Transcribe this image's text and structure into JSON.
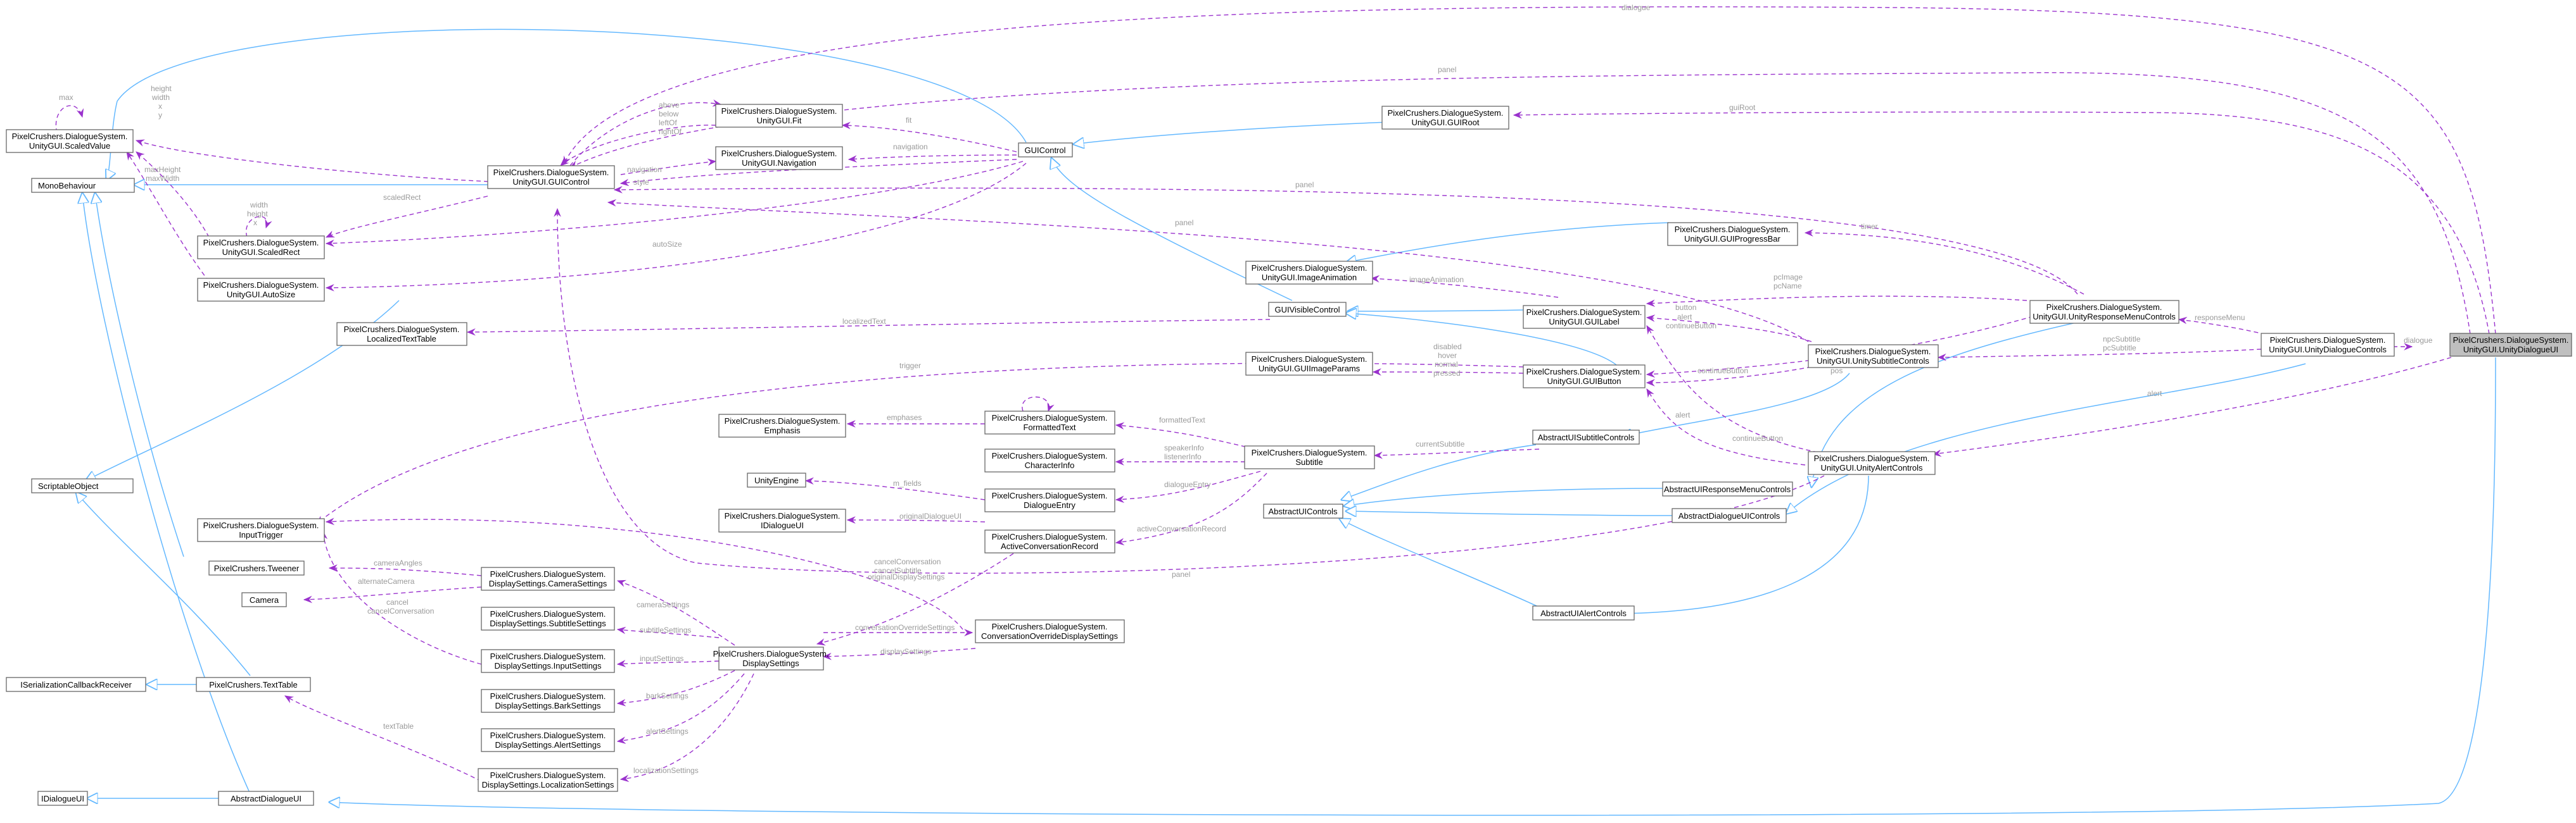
{
  "colors": {
    "inherit_edge": "#63b8ff",
    "usage_edge": "#9a32cd",
    "edge_label": "#9a9a9a",
    "node_border": "#666666",
    "current_node_fill": "#bfbfbf"
  },
  "nodes": {
    "unity_dialogue_ui": [
      "PixelCrushers.DialogueSystem.",
      "UnityGUI.UnityDialogueUI"
    ],
    "unity_dialogue_controls": [
      "PixelCrushers.DialogueSystem.",
      "UnityGUI.UnityDialogueControls"
    ],
    "unity_alert_controls": [
      "PixelCrushers.DialogueSystem.",
      "UnityGUI.UnityAlertControls"
    ],
    "unity_response_menu_controls": [
      "PixelCrushers.DialogueSystem.",
      "UnityGUI.UnityResponseMenuControls"
    ],
    "unity_subtitle_controls": [
      "PixelCrushers.DialogueSystem.",
      "UnityGUI.UnitySubtitleControls"
    ],
    "gui_root": [
      "PixelCrushers.DialogueSystem.",
      "UnityGUI.GUIRoot"
    ],
    "gui_progress_bar": [
      "PixelCrushers.DialogueSystem.",
      "UnityGUI.GUIProgressBar"
    ],
    "gui_label": [
      "PixelCrushers.DialogueSystem.",
      "UnityGUI.GUILabel"
    ],
    "gui_button": [
      "PixelCrushers.DialogueSystem.",
      "UnityGUI.GUIButton"
    ],
    "gui_image_params": [
      "PixelCrushers.DialogueSystem.",
      "UnityGUI.GUIImageParams"
    ],
    "image_animation": [
      "PixelCrushers.DialogueSystem.",
      "UnityGUI.ImageAnimation"
    ],
    "gui_visible_control": [
      "GUIVisibleControl"
    ],
    "gui_control_short": [
      "GUIControl"
    ],
    "gui_control": [
      "PixelCrushers.DialogueSystem.",
      "UnityGUI.GUIControl"
    ],
    "unitygui_fit": [
      "PixelCrushers.DialogueSystem.",
      "UnityGUI.Fit"
    ],
    "unitygui_navigation": [
      "PixelCrushers.DialogueSystem.",
      "UnityGUI.Navigation"
    ],
    "scaled_value": [
      "PixelCrushers.DialogueSystem.",
      "UnityGUI.ScaledValue"
    ],
    "scaled_rect": [
      "PixelCrushers.DialogueSystem.",
      "UnityGUI.ScaledRect"
    ],
    "auto_size": [
      "PixelCrushers.DialogueSystem.",
      "UnityGUI.AutoSize"
    ],
    "mono_behaviour": [
      "MonoBehaviour"
    ],
    "localized_text_table": [
      "PixelCrushers.DialogueSystem.",
      "LocalizedTextTable"
    ],
    "scriptable_object": [
      "ScriptableObject"
    ],
    "input_trigger": [
      "PixelCrushers.DialogueSystem.",
      "InputTrigger"
    ],
    "tweener": [
      "PixelCrushers.Tweener"
    ],
    "camera": [
      "Camera"
    ],
    "iserialization_callback_receiver": [
      "ISerializationCallbackReceiver"
    ],
    "text_table": [
      "PixelCrushers.TextTable"
    ],
    "idialogue_ui": [
      "IDialogueUI"
    ],
    "abstract_dialogue_ui": [
      "AbstractDialogueUI"
    ],
    "emphasis": [
      "PixelCrushers.DialogueSystem.",
      "Emphasis"
    ],
    "formatted_text": [
      "PixelCrushers.DialogueSystem.",
      "FormattedText"
    ],
    "character_info": [
      "PixelCrushers.DialogueSystem.",
      "CharacterInfo"
    ],
    "unity_engine": [
      "UnityEngine"
    ],
    "dialogue_entry": [
      "PixelCrushers.DialogueSystem.",
      "DialogueEntry"
    ],
    "idialogue_ui_ns": [
      "PixelCrushers.DialogueSystem.",
      "IDialogueUI"
    ],
    "active_conversation_record": [
      "PixelCrushers.DialogueSystem.",
      "ActiveConversationRecord"
    ],
    "subtitle": [
      "PixelCrushers.DialogueSystem.",
      "Subtitle"
    ],
    "abstract_ui_subtitle_controls": [
      "AbstractUISubtitleControls"
    ],
    "abstract_ui_response_menu_controls": [
      "AbstractUIResponseMenuControls"
    ],
    "abstract_ui_controls": [
      "AbstractUIControls"
    ],
    "abstract_dialogue_ui_controls": [
      "AbstractDialogueUIControls"
    ],
    "abstract_ui_alert_controls": [
      "AbstractUIAlertControls"
    ],
    "display_settings_camera": [
      "PixelCrushers.DialogueSystem.",
      "DisplaySettings.CameraSettings"
    ],
    "display_settings_subtitle": [
      "PixelCrushers.DialogueSystem.",
      "DisplaySettings.SubtitleSettings"
    ],
    "display_settings_input": [
      "PixelCrushers.DialogueSystem.",
      "DisplaySettings.InputSettings"
    ],
    "display_settings": [
      "PixelCrushers.DialogueSystem.",
      "DisplaySettings"
    ],
    "conversation_override": [
      "PixelCrushers.DialogueSystem.",
      "ConversationOverrideDisplaySettings"
    ],
    "display_settings_bark": [
      "PixelCrushers.DialogueSystem.",
      "DisplaySettings.BarkSettings"
    ],
    "display_settings_alert": [
      "PixelCrushers.DialogueSystem.",
      "DisplaySettings.AlertSettings"
    ],
    "display_settings_localization": [
      "PixelCrushers.DialogueSystem.",
      "DisplaySettings.LocalizationSettings"
    ]
  },
  "edge_labels": {
    "dialogue_panel": "dialogue",
    "panel_top": "panel",
    "guiroot": "guiRoot",
    "height_width": [
      "height",
      "width",
      "x",
      "y"
    ],
    "max": "max",
    "right_bottom": [
      "above",
      "below",
      "leftOf",
      "rightOf"
    ],
    "navigation": "navigation",
    "fit": "fit",
    "scaled_rect": "scaledRect",
    "max_height": [
      "maxHeight",
      "maxWidth"
    ],
    "width_height2": [
      "width",
      "height",
      "x",
      "y"
    ],
    "auto_size": "autoSize",
    "panel_mid": "panel",
    "timer": "timer",
    "panel_label": "panel",
    "localized_text": "localizedText",
    "image_animation": "imageAnimation",
    "pc_image": [
      "pcImage",
      "pcName"
    ],
    "button": "button",
    "alert": [
      "alert",
      "continueButton"
    ],
    "response_menu": "responseMenu",
    "npc_subtitle": [
      "npcSubtitle",
      "pcSubtitle"
    ],
    "continue_button": "continueButton",
    "trigger": "trigger",
    "disabled_states": [
      "disabled",
      "hover",
      "normal",
      "pressed"
    ],
    "emphases": "emphases",
    "formatted_text": "formattedText",
    "current_subtitle": "currentSubtitle",
    "speaker_info": [
      "speakerInfo",
      "listenerInfo"
    ],
    "dialogue_entry": "dialogueEntry",
    "entry_fields": "m_fields",
    "original_dialogue_ui": "originalDialogueUI",
    "active_conversation": "activeConversationRecord",
    "display_settings": "originalDisplaySettings",
    "panel_bottom": "panel",
    "camera_settings": "cameraSettings",
    "camera_angles": "cameraAngles",
    "alternate_cameras": "alternateCamera",
    "cancel": [
      "cancel",
      "cancelConversation"
    ],
    "cancel_conversation": [
      "cancelConversation",
      "cancelSubtitle"
    ],
    "subtitle_settings": "subtitleSettings",
    "input_settings": "inputSettings",
    "conversation_override": "conversationOverrideSettings",
    "display_settings_link": "displaySettings",
    "bark_settings": "barkSettings",
    "alert_settings": "alertSettings",
    "localization_settings": "localizationSettings",
    "text_table": "textTable",
    "style": "style",
    "pos": "pos",
    "alert_link": "alert"
  }
}
